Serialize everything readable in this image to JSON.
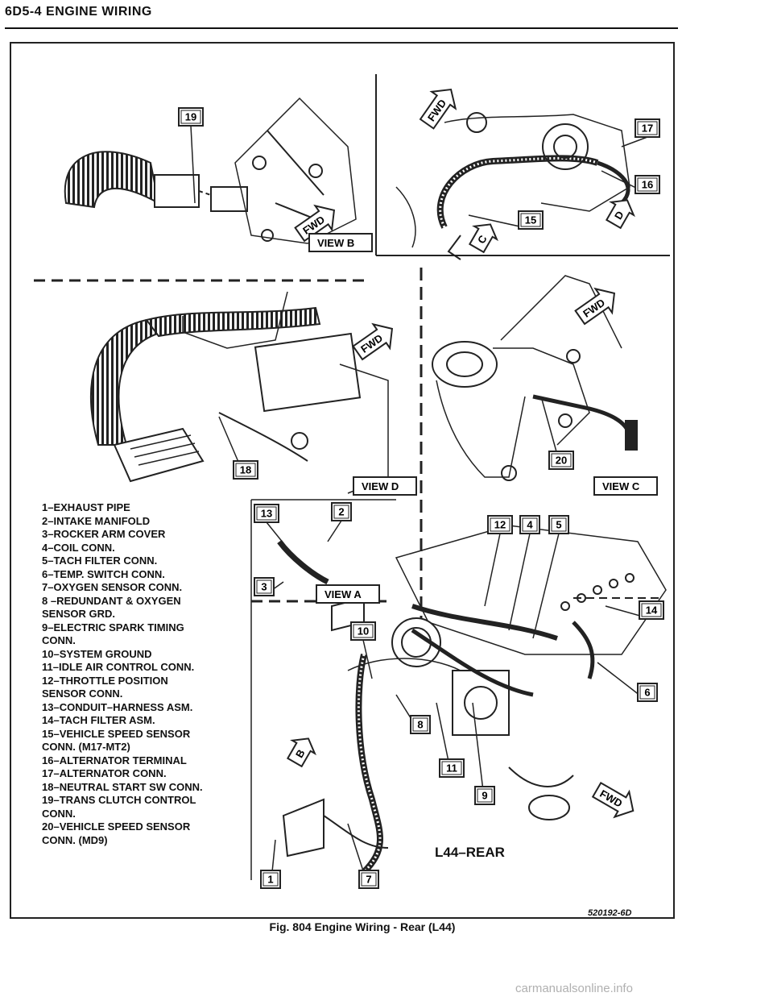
{
  "header": {
    "title": "6D5-4 ENGINE WIRING"
  },
  "views": {
    "view_b": "VIEW B",
    "view_c": "VIEW C",
    "view_d": "VIEW D",
    "view_a": "VIEW A",
    "fwd": "FWD"
  },
  "callouts": [
    "1",
    "2",
    "3",
    "4",
    "5",
    "6",
    "7",
    "8",
    "9",
    "10",
    "11",
    "12",
    "13",
    "14",
    "15",
    "16",
    "17",
    "18",
    "19",
    "20"
  ],
  "direction_letters": {
    "b": "B",
    "c": "C",
    "d": "D"
  },
  "legend": [
    "1–EXHAUST PIPE",
    "2–INTAKE MANIFOLD",
    "3–ROCKER ARM COVER",
    "4–COIL CONN.",
    "5–TACH FILTER CONN.",
    "6–TEMP. SWITCH CONN.",
    "7–OXYGEN SENSOR CONN.",
    "8 –REDUNDANT & OXYGEN\n     SENSOR GRD.",
    "9–ELECTRIC SPARK TIMING\n     CONN.",
    "10–SYSTEM GROUND",
    "11–IDLE AIR CONTROL CONN.",
    "12–THROTTLE POSITION\n       SENSOR CONN.",
    "13–CONDUIT–HARNESS ASM.",
    "14–TACH FILTER ASM.",
    "15–VEHICLE SPEED SENSOR\n       CONN. (M17-MT2)",
    "16–ALTERNATOR TERMINAL",
    "17–ALTERNATOR CONN.",
    "18–NEUTRAL START SW CONN.",
    "19–TRANS CLUTCH CONTROL\n       CONN.",
    "20–VEHICLE SPEED SENSOR\n       CONN. (MD9)"
  ],
  "engine_label": "L44–REAR",
  "part_number": "520192-6D",
  "caption": "Fig. 804 Engine Wiring - Rear (L44)",
  "watermark": "carmanualsonline.info"
}
